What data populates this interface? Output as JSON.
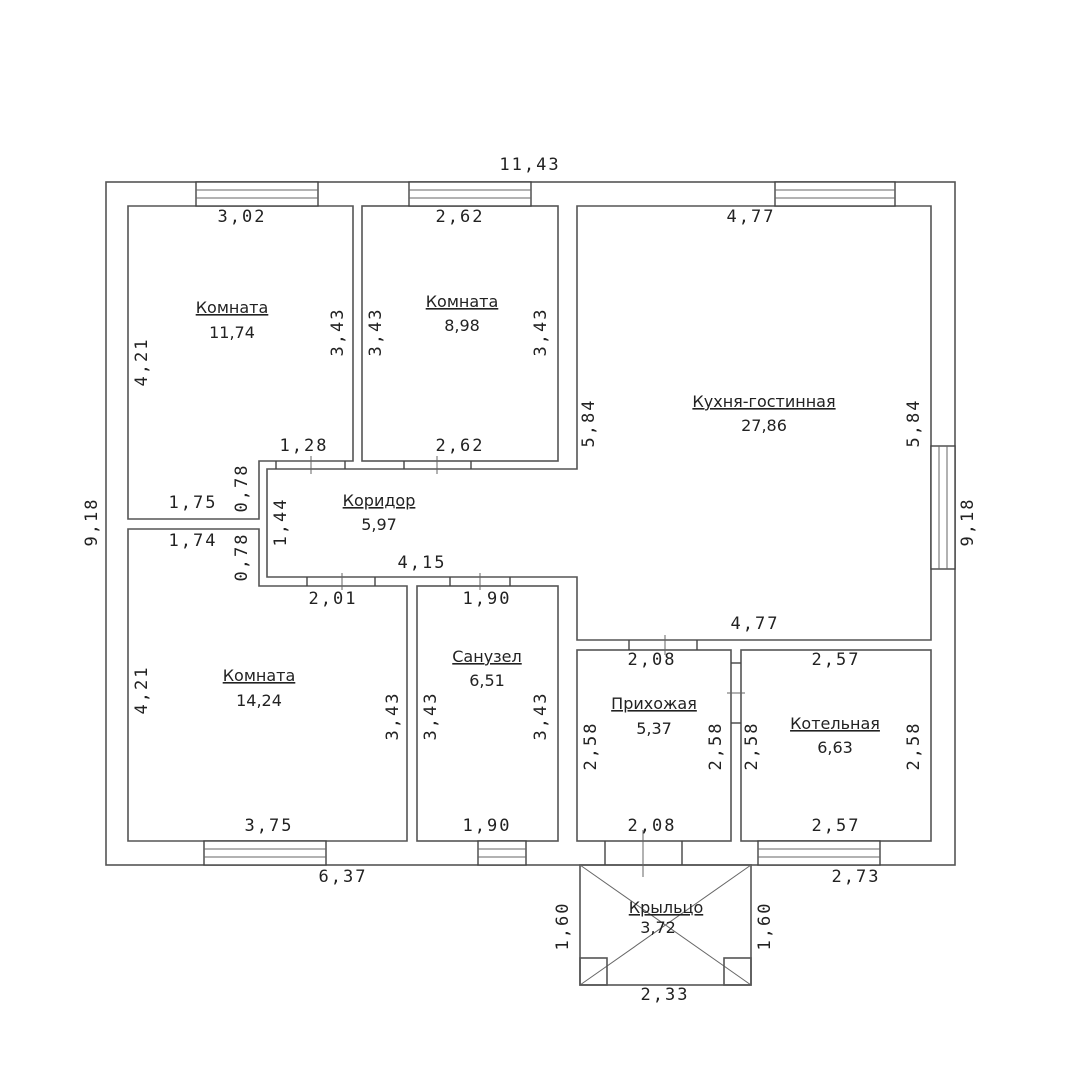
{
  "rooms": [
    {
      "name": "Комната",
      "area": "11,74"
    },
    {
      "name": "Комната",
      "area": "8,98"
    },
    {
      "name": "Кухня-гостинная",
      "area": "27,86"
    },
    {
      "name": "Коридор",
      "area": "5,97"
    },
    {
      "name": "Комната",
      "area": "14,24"
    },
    {
      "name": "Санузел",
      "area": "6,51"
    },
    {
      "name": "Прихожая",
      "area": "5,37"
    },
    {
      "name": "Котельная",
      "area": "6,63"
    },
    {
      "name": "Крыльцо",
      "area": "3,72"
    }
  ],
  "dimensions": [
    "11,43",
    "3,02",
    "2,62",
    "4,77",
    "4,21",
    "3,43",
    "3,43",
    "3,43",
    "5,84",
    "5,84",
    "1,28",
    "2,62",
    "0,78",
    "1,75",
    "1,44",
    "9,18",
    "9,18",
    "1,74",
    "0,78",
    "4,15",
    "2,01",
    "1,90",
    "4,77",
    "2,08",
    "2,57",
    "4,21",
    "3,43",
    "3,43",
    "3,43",
    "2,58",
    "2,58",
    "2,58",
    "2,58",
    "3,75",
    "1,90",
    "2,08",
    "2,57",
    "6,37",
    "2,73",
    "1,60",
    "1,60",
    "2,33"
  ]
}
